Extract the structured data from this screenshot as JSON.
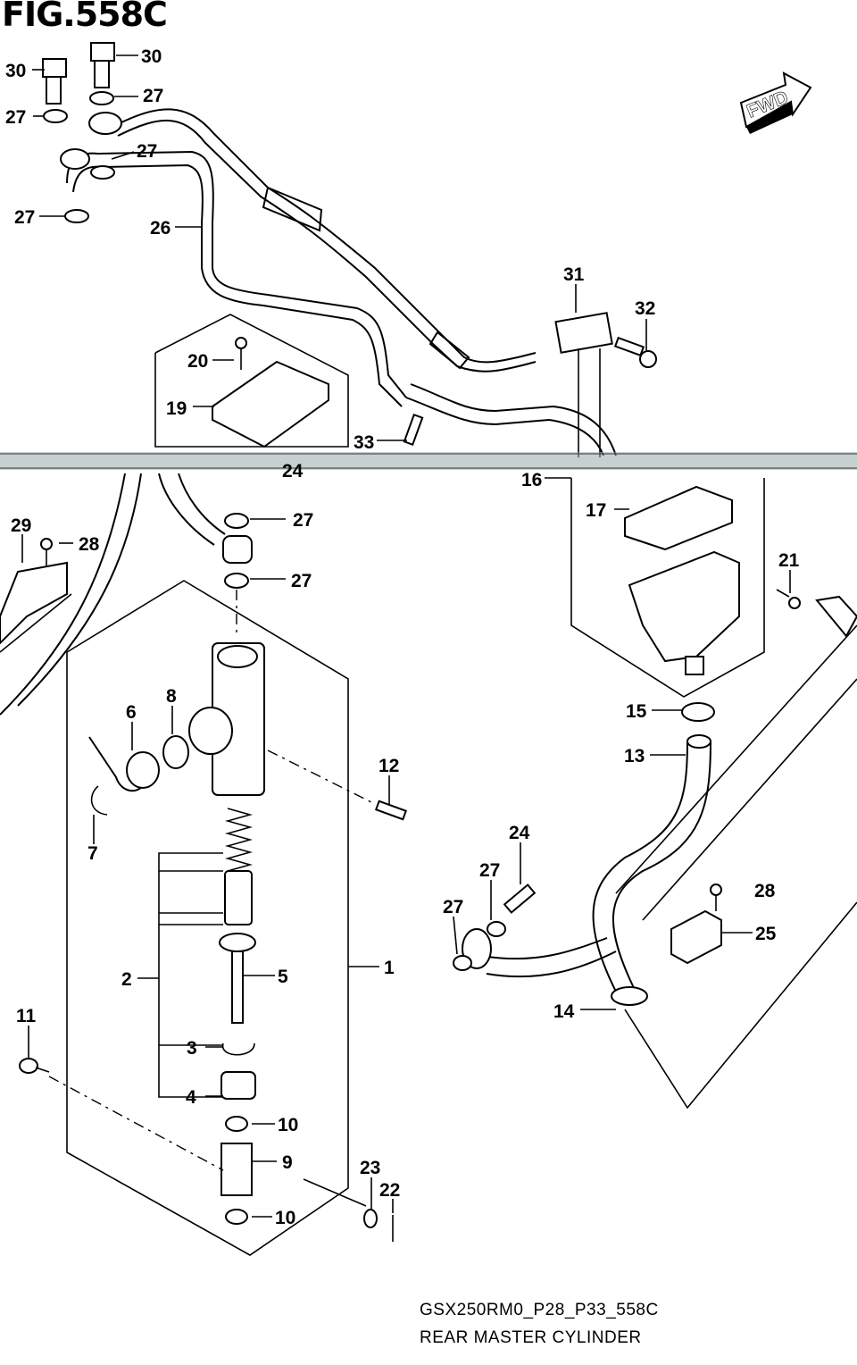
{
  "figure": {
    "title": "FIG.558C",
    "catalog_code": "GSX250RM0_P28_P33_558C",
    "name": "REAR MASTER CYLINDER",
    "direction_label": "FWD"
  },
  "callouts": [
    "30",
    "30",
    "27",
    "27",
    "27",
    "27",
    "26",
    "31",
    "32",
    "20",
    "19",
    "33",
    "24",
    "16",
    "17",
    "21",
    "29",
    "28",
    "27",
    "27",
    "15",
    "13",
    "6",
    "8",
    "12",
    "7",
    "24",
    "27",
    "28",
    "27",
    "25",
    "2",
    "5",
    "1",
    "14",
    "11",
    "3",
    "4",
    "10",
    "9",
    "23",
    "22",
    "10"
  ]
}
